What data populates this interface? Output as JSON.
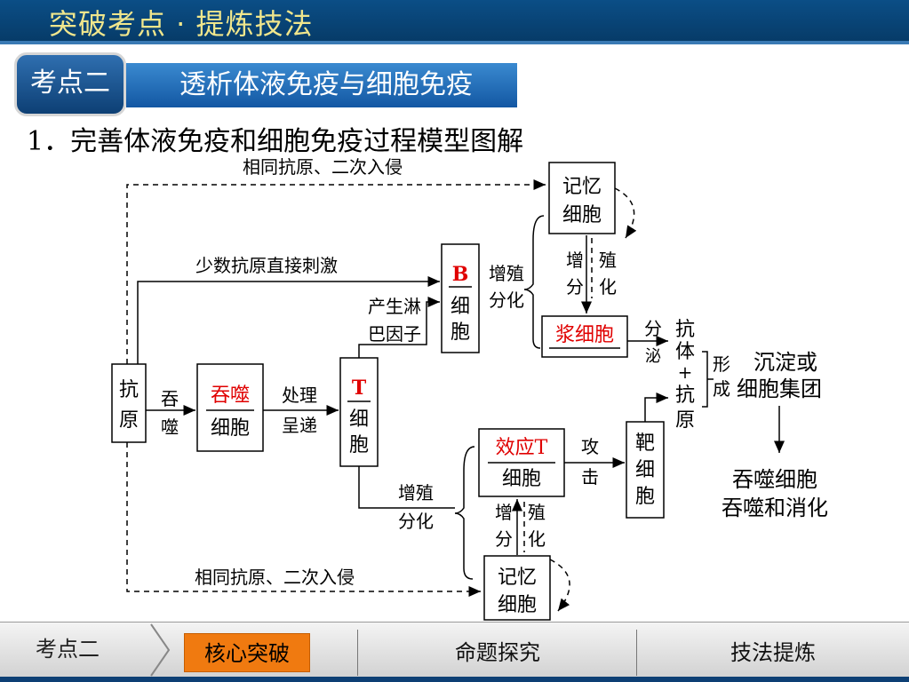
{
  "header": {
    "title": "突破考点 · 提炼技法"
  },
  "topic": {
    "badge": "考点二",
    "title": "透析体液免疫与细胞免疫"
  },
  "section": {
    "heading": "1．完善体液免疫和细胞免疫过程模型图解"
  },
  "diagram": {
    "antigen": [
      "抗",
      "原"
    ],
    "phago_label": [
      "吞",
      "噬"
    ],
    "phagocyte": {
      "top": "吞噬",
      "bottom": "细胞"
    },
    "process_label": [
      "处理",
      "呈递"
    ],
    "t_cell": {
      "top": "T",
      "bottom": [
        "细",
        "胞"
      ]
    },
    "lymphokine_label": [
      "产生淋",
      "巴因子"
    ],
    "few_antigen_label": "少数抗原直接刺激",
    "b_cell": {
      "top": "B",
      "bottom": [
        "细",
        "胞"
      ]
    },
    "b_prolif_label": [
      "增殖",
      "分化"
    ],
    "memory_b": [
      "记忆",
      "细胞"
    ],
    "prolif_diff_top": [
      "增",
      "分"
    ],
    "prolif_diff_top_right": [
      "殖",
      "化"
    ],
    "plasma_cell": "浆细胞",
    "secrete_label": [
      "分",
      "泌"
    ],
    "antibody_antigen": [
      "抗",
      "体",
      "+",
      "抗",
      "原"
    ],
    "form_label": [
      "形",
      "成"
    ],
    "precipitate": [
      "沉淀或",
      "细胞集团"
    ],
    "phago_digest": [
      "吞噬细胞",
      "吞噬和消化"
    ],
    "reinvade_label": "相同抗原、二次入侵",
    "t_prolif_label": [
      "增殖",
      "分化"
    ],
    "effector_t": {
      "top": "效应T",
      "bottom": "细胞"
    },
    "attack_label": [
      "攻",
      "击"
    ],
    "target_cell": [
      "靶",
      "细",
      "胞"
    ],
    "prolif_diff_bottom_left": [
      "增",
      "分"
    ],
    "prolif_diff_bottom_right": [
      "殖",
      "化"
    ],
    "memory_t": [
      "记忆",
      "细胞"
    ],
    "colors": {
      "highlight": "#e00000",
      "line": "#000000"
    }
  },
  "footer": {
    "current": "考点二",
    "tabs": [
      "核心突破",
      "命题探究",
      "技法提炼"
    ],
    "active_color": "#f07a10"
  }
}
